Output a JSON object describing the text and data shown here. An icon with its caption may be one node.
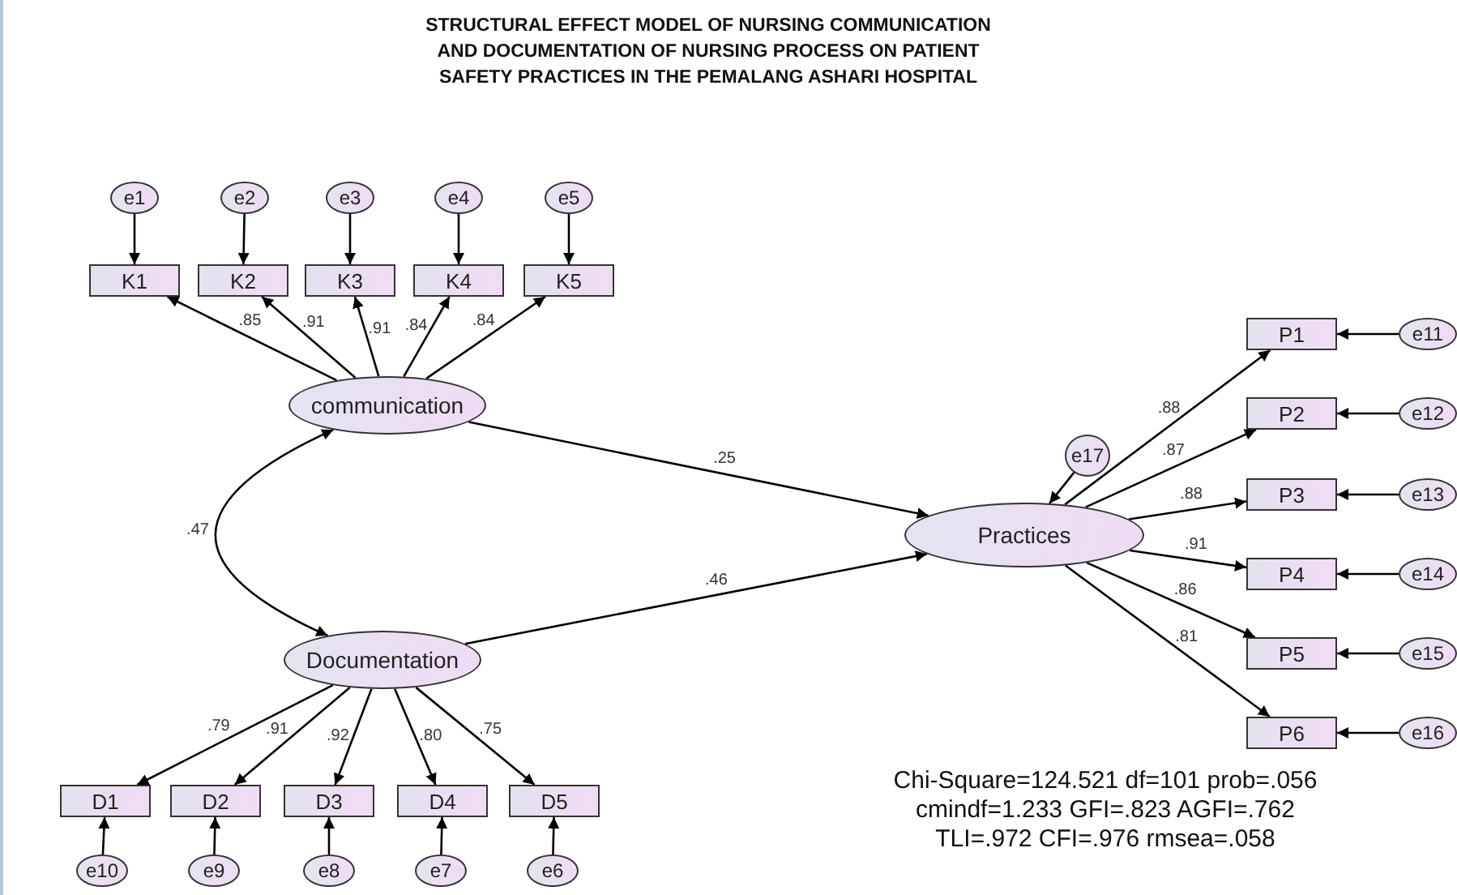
{
  "diagram": {
    "title": "STRUCTURAL EFFECT MODEL OF NURSING COMMUNICATION AND DOCUMENTATION OF NURSING PROCESS ON PATIENT SAFETY PRACTICES IN THE PEMALANG ASHARI HOSPITAL",
    "nodes": [
      {
        "text": [
          "e1"
        ]
      },
      {
        "text": [
          "e2"
        ]
      },
      {
        "text": [
          "e3"
        ]
      },
      {
        "text": [
          "e4"
        ]
      },
      {
        "text": [
          "e5"
        ]
      },
      {
        "text": [
          "K1"
        ]
      },
      {
        "text": [
          "K2"
        ]
      },
      {
        "text": [
          "K3"
        ]
      },
      {
        "text": [
          "K4"
        ]
      },
      {
        "text": [
          "K5"
        ]
      },
      {
        "text": [
          "communication"
        ]
      },
      {
        "text": [
          "e17"
        ]
      },
      {
        "text": [
          "Practices"
        ]
      },
      {
        "text": [
          "P1"
        ]
      },
      {
        "text": [
          "P2"
        ]
      },
      {
        "text": [
          "P3"
        ]
      },
      {
        "text": [
          "P4"
        ]
      },
      {
        "text": [
          "P5"
        ]
      },
      {
        "text": [
          "P6"
        ]
      },
      {
        "text": [
          "e11"
        ]
      },
      {
        "text": [
          "e12"
        ]
      },
      {
        "text": [
          "e13"
        ]
      },
      {
        "text": [
          "e14"
        ]
      },
      {
        "text": [
          "e15"
        ]
      },
      {
        "text": [
          "e16"
        ]
      },
      {
        "text": [
          "Documentation"
        ]
      },
      {
        "text": [
          "D1"
        ]
      },
      {
        "text": [
          "D2"
        ]
      },
      {
        "text": [
          "D3"
        ]
      },
      {
        "text": [
          "D4"
        ]
      },
      {
        "text": [
          "D5"
        ]
      },
      {
        "text": [
          "e10"
        ]
      },
      {
        "text": [
          "e9"
        ]
      },
      {
        "text": [
          "e8"
        ]
      },
      {
        "text": [
          "e7"
        ]
      },
      {
        "text": [
          "e6"
        ]
      }
    ],
    "edges": [
      {
        "from": 0,
        "to": 5,
        "arrow": "to"
      },
      {
        "from": 1,
        "to": 6,
        "arrow": "to"
      },
      {
        "from": 2,
        "to": 7,
        "arrow": "to"
      },
      {
        "from": 3,
        "to": 8,
        "arrow": "to"
      },
      {
        "from": 4,
        "to": 9,
        "arrow": "to"
      },
      {
        "from": 10,
        "to": 5,
        "arrow": "to",
        "label": ".85"
      },
      {
        "from": 10,
        "to": 6,
        "arrow": "to",
        "label": ".91"
      },
      {
        "from": 10,
        "to": 7,
        "arrow": "to",
        "label": ".91"
      },
      {
        "from": 10,
        "to": 8,
        "arrow": "to",
        "label": ".84"
      },
      {
        "from": 10,
        "to": 9,
        "arrow": "to",
        "label": ".84"
      },
      {
        "from": 10,
        "to": 25,
        "arrow": "both",
        "label": ".47"
      },
      {
        "from": 10,
        "to": 12,
        "arrow": "to",
        "label": ".25"
      },
      {
        "from": 25,
        "to": 12,
        "arrow": "to",
        "label": ".46"
      },
      {
        "from": 11,
        "to": 12,
        "arrow": "to"
      },
      {
        "from": 12,
        "to": 13,
        "arrow": "to",
        "label": ".88"
      },
      {
        "from": 12,
        "to": 14,
        "arrow": "to",
        "label": ".87"
      },
      {
        "from": 12,
        "to": 15,
        "arrow": "to",
        "label": ".88"
      },
      {
        "from": 12,
        "to": 16,
        "arrow": "to",
        "label": ".91"
      },
      {
        "from": 12,
        "to": 17,
        "arrow": "to",
        "label": ".86"
      },
      {
        "from": 12,
        "to": 18,
        "arrow": "to",
        "label": ".81"
      },
      {
        "from": 19,
        "to": 13,
        "arrow": "to"
      },
      {
        "from": 20,
        "to": 14,
        "arrow": "to"
      },
      {
        "from": 21,
        "to": 15,
        "arrow": "to"
      },
      {
        "from": 22,
        "to": 16,
        "arrow": "to"
      },
      {
        "from": 23,
        "to": 17,
        "arrow": "to"
      },
      {
        "from": 24,
        "to": 18,
        "arrow": "to"
      },
      {
        "from": 25,
        "to": 26,
        "arrow": "to",
        "label": ".79"
      },
      {
        "from": 25,
        "to": 27,
        "arrow": "to",
        "label": ".91"
      },
      {
        "from": 25,
        "to": 28,
        "arrow": "to",
        "label": ".92"
      },
      {
        "from": 25,
        "to": 29,
        "arrow": "to",
        "label": ".80"
      },
      {
        "from": 25,
        "to": 30,
        "arrow": "to",
        "label": ".75"
      },
      {
        "from": 31,
        "to": 26,
        "arrow": "to"
      },
      {
        "from": 32,
        "to": 27,
        "arrow": "to"
      },
      {
        "from": 33,
        "to": 28,
        "arrow": "to"
      },
      {
        "from": 34,
        "to": 29,
        "arrow": "to"
      },
      {
        "from": 35,
        "to": 30,
        "arrow": "to"
      }
    ],
    "labels": [
      "Chi-Square=124.521 df=101 prob=.056",
      "cmindf=1.233 GFI=.823 AGFI=.762",
      "TLI=.972 CFI=.976 rmsea=.058"
    ]
  }
}
